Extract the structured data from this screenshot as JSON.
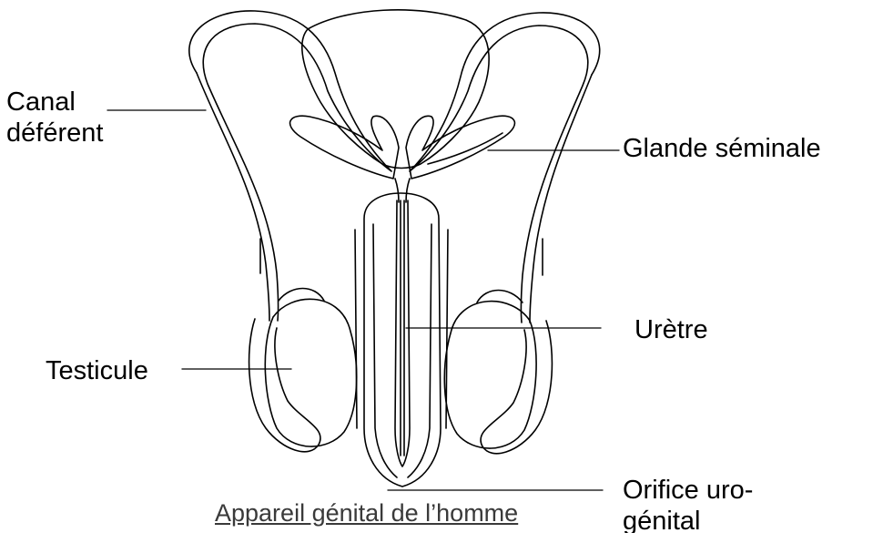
{
  "diagram": {
    "labels": {
      "canal_line1": "Canal",
      "canal_line2": "déférent",
      "glande": "Glande séminale",
      "uretre": "Urètre",
      "testicule": "Testicule",
      "orifice_line1": "Orifice uro-",
      "orifice_line2": "génital"
    },
    "caption": "Appareil génital de l’homme",
    "line_color": "#000000",
    "caption_color": "#3a3a3a"
  }
}
